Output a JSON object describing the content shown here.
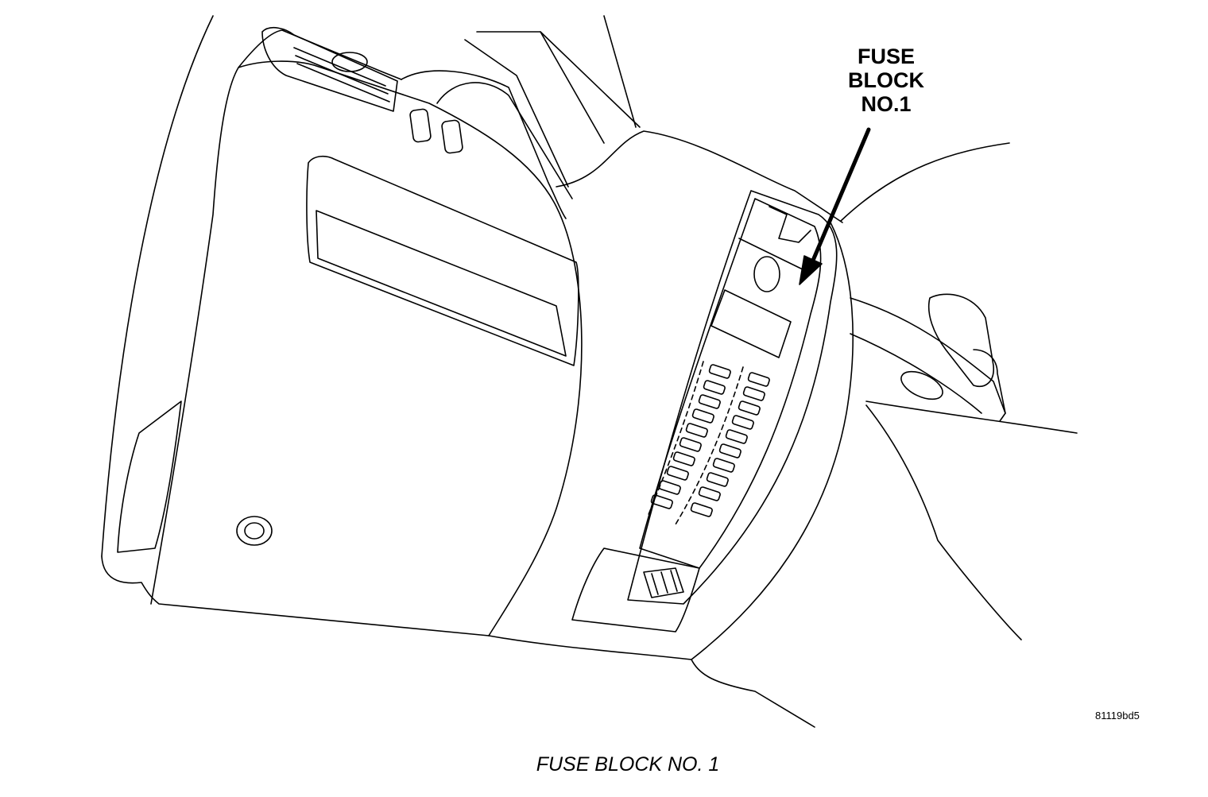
{
  "callout": {
    "line1": "FUSE",
    "line2": "BLOCK",
    "line3": "NO.1"
  },
  "figure_code": "81119bd5",
  "caption": "FUSE BLOCK NO. 1"
}
